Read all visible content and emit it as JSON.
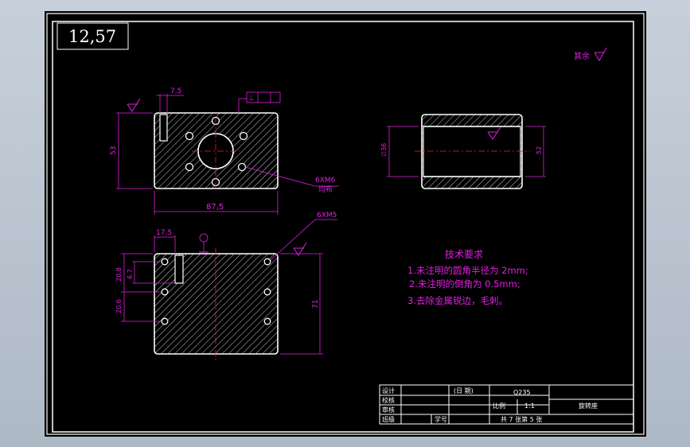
{
  "drawing_number": "12,57",
  "surface_finish_note": "其余",
  "front_view": {
    "dim_top": "7.5",
    "dim_height": "53",
    "dim_width": "87,5",
    "thread_label": "6XM6",
    "thread_note": "均布"
  },
  "side_view": {
    "dim_left": "∅36",
    "dim_right": "52"
  },
  "bottom_view": {
    "thread_label": "6XM5",
    "dim_top": "17.5",
    "dim_slot": "6.7",
    "dim_left_1": "20.8",
    "dim_left_2": "20.6",
    "dim_height": "71"
  },
  "tech_requirements": {
    "title": "技术要求",
    "items": [
      "1.未注明的圆角半径为 2mm;",
      "2.未注明的倒角为 0.5mm;",
      "3.去除金属锐边，毛刺。"
    ]
  },
  "title_block": {
    "rows": [
      "设计",
      "校核",
      "审核",
      "班级"
    ],
    "date_label": "(日 期)",
    "material": "Q235",
    "scale_label": "比例",
    "scale_value": "1:1",
    "part_name": "旋转座",
    "student_no_label": "学号",
    "sheet_info": "共 7 张第 5 张"
  },
  "colors": {
    "line": "#ffffff",
    "dimension": "#e020e0",
    "centerline": "#ff2020",
    "hatch": "#ffffff",
    "background": "#000000"
  }
}
